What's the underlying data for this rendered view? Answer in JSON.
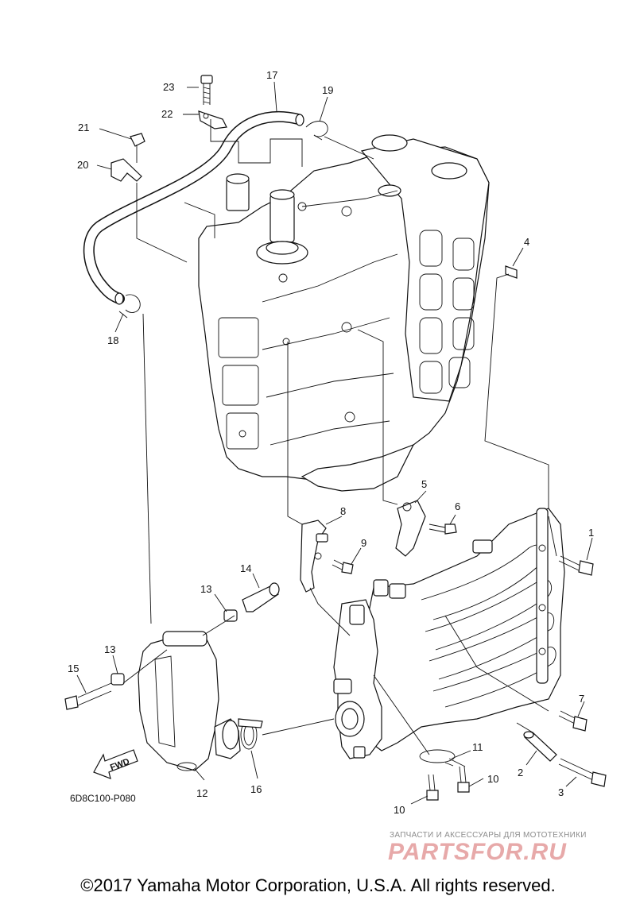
{
  "diagram": {
    "code": "6D8C100-P080",
    "fwd_label": "FWD",
    "callouts": {
      "n1": "1",
      "n2": "2",
      "n3": "3",
      "n4": "4",
      "n5": "5",
      "n6": "6",
      "n7": "7",
      "n8": "8",
      "n9": "9",
      "n10a": "10",
      "n10b": "10",
      "n11": "11",
      "n12": "12",
      "n13a": "13",
      "n13b": "13",
      "n14": "14",
      "n15": "15",
      "n16": "16",
      "n17": "17",
      "n18": "18",
      "n19": "19",
      "n20": "20",
      "n21": "21",
      "n22": "22",
      "n23": "23"
    }
  },
  "watermark": {
    "subtitle": "ЗАПЧАСТИ И АКСЕССУАРЫ ДЛЯ МОТОТЕХНИКИ",
    "logo_text": "PARTSFOR.RU"
  },
  "copyright": "©2017 Yamaha Motor Corporation, U.S.A. All rights reserved."
}
